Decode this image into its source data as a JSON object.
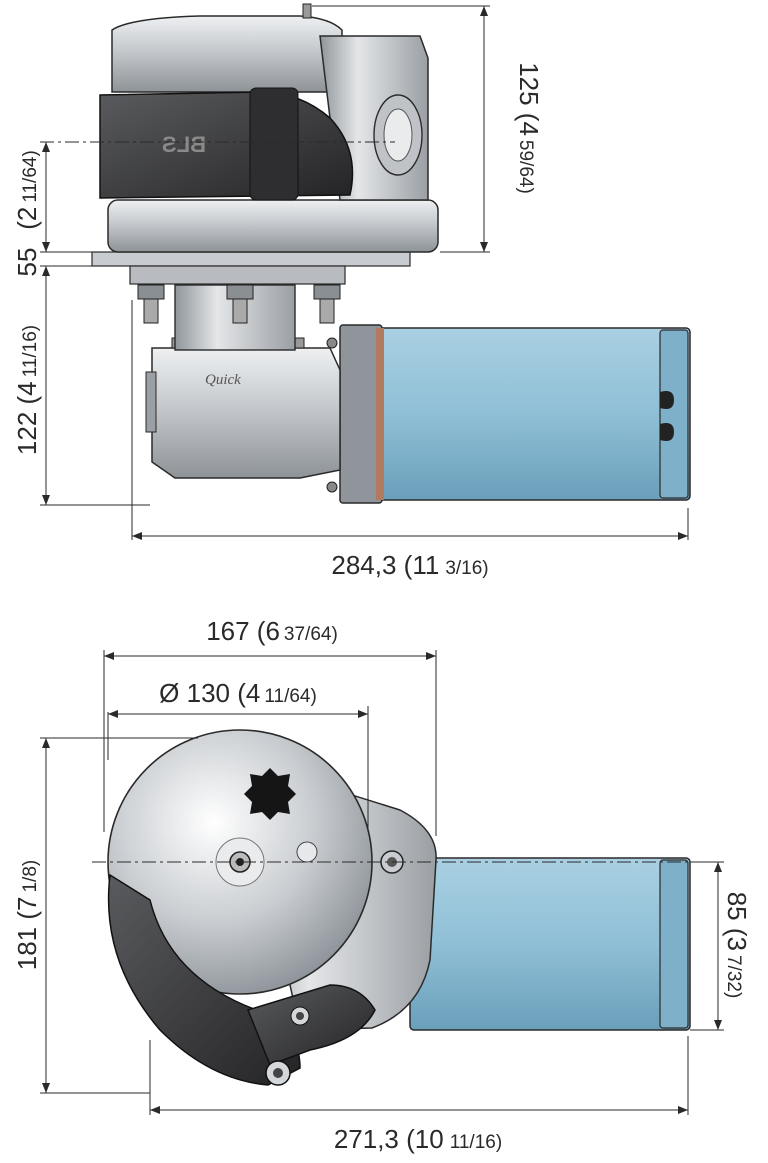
{
  "labels": {
    "logo_text": "Quick",
    "brand_text": "BLS",
    "dim_top_height": "125 (4",
    "dim_top_height_frac": "59/64)",
    "dim_center_offset": "(2",
    "dim_center_offset_frac": "11/64)",
    "dim_flange": "55",
    "dim_below_deck": "122 (4",
    "dim_below_deck_frac": "11/16)",
    "dim_total_length": "284,3 (11",
    "dim_total_length_frac": "3/16)",
    "dim_width_top": "167 (6",
    "dim_width_top_frac": "37/64)",
    "dim_diameter": "Ø 130 (4",
    "dim_diameter_frac": "11/64)",
    "dim_depth": "181 (7",
    "dim_depth_frac": "1/8)",
    "dim_motor_dia": "85 (3",
    "dim_motor_dia_frac": "7/32)",
    "dim_bottom_length": "271,3 (10",
    "dim_bottom_length_frac": "11/16)"
  },
  "colors": {
    "motor_blue": "#8fbfd6",
    "steel": "#c9ccd0",
    "rubber": "#3a3a3c",
    "line": "#2a2a2a"
  }
}
